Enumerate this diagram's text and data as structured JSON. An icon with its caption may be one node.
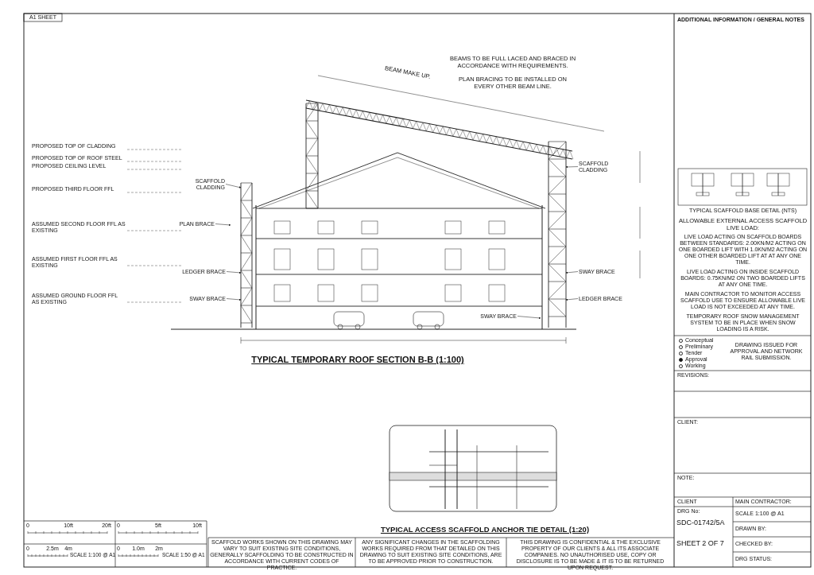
{
  "diagram": {
    "title": "TYPICAL TEMPORARY ROOF SECTION B-B (1:100)",
    "nodes": [
      {
        "text": [
          "LEDGER BRACE"
        ]
      },
      {
        "text": [
          "SWAY BRACE"
        ]
      },
      {
        "text": [
          "PLAN BRACE"
        ]
      },
      {
        "text": [
          "SCAFFOLD CLADDING"
        ]
      },
      {
        "text": [
          "SWAY BRACE"
        ]
      },
      {
        "text": [
          "SWAY BRACE"
        ]
      },
      {
        "text": [
          "LEDGER BRACE"
        ]
      },
      {
        "text": [
          "SCAFFOLD CLADDING"
        ]
      }
    ],
    "edges": [
      {
        "from": 0,
        "to": null,
        "arrow": "to"
      },
      {
        "from": 1,
        "to": null,
        "arrow": "to"
      },
      {
        "from": 2,
        "to": null,
        "arrow": "to"
      },
      {
        "from": 3,
        "to": null,
        "arrow": "to"
      },
      {
        "from": 4,
        "to": null,
        "arrow": "to"
      },
      {
        "from": 5,
        "to": null,
        "arrow": "to"
      },
      {
        "from": 6,
        "to": null,
        "arrow": "to"
      },
      {
        "from": 7,
        "to": null,
        "arrow": "to"
      }
    ],
    "labels": [
      "A1 SHEET",
      "ADDITIONAL INFORMATION / GENERAL NOTES",
      "TYPICAL SCAFFOLD BASE DETAIL (NTS)",
      "ALLOWABLE EXTERNAL ACCESS SCAFFOLD LIVE LOAD:",
      "LIVE LOAD ACTING ON SCAFFOLD BOARDS BETWEEN STANDARDS: 2.00KN/M2 ACTING ON ONE BOARDED LIFT WITH 1.0KN/M2 ACTING ON ONE OTHER BOARDED LIFT AT AT ANY ONE TIME.",
      "LIVE LOAD ACTING ON INSIDE SCAFFOLD BOARDS: 0.75KN/M2 ON TWO BOARDED LIFTS AT ANY ONE TIME.",
      "MAIN CONTRACTOR TO MONITOR ACCESS SCAFFOLD USE TO ENSURE ALLOWABLE LIVE LOAD IS NOT EXCEEDED AT ANY TIME.",
      "TEMPORARY ROOF SNOW MANAGEMENT SYSTEM TO BE IN PLACE WHEN SNOW LOADING IS A RISK.",
      "Conceptual",
      "Preliminary",
      "Tender",
      "Approval",
      "Working",
      "DRAWING ISSUED FOR APPROVAL AND NETWORK RAIL SUBMISSION.",
      "REVISIONS:",
      "CLIENT:",
      "NOTE:",
      "CLIENT",
      "MAIN CONTRACTOR:",
      "DRG No:",
      "SCALE 1:100 @ A1",
      "SDC-01742/5A",
      "DRAWN BY:",
      "SHEET 2 OF 7",
      "CHECKED BY:",
      "DRG STATUS:",
      "BEAMS TO BE FULL LACED AND BRACED IN ACCORDANCE WITH REQUIREMENTS.",
      "PLAN BRACING TO BE INSTALLED ON EVERY OTHER BEAM LINE.",
      "BEAM MAKE UP.",
      "PROPOSED TOP OF CLADDING",
      "PROPOSED TOP OF ROOF STEEL",
      "PROPOSED CEILING LEVEL",
      "PROPOSED THIRD FLOOR FFL",
      "ASSUMED SECOND FLOOR FFL AS EXISTING",
      "ASSUMED FIRST FLOOR FFL AS EXISTING",
      "ASSUMED GROUND FLOOR FFL AS EXISTING",
      "TYPICAL ACCESS SCAFFOLD ANCHOR TIE DETAIL (1:20)",
      "0",
      "10ft",
      "20ft",
      "0",
      "5ft",
      "10ft",
      "0",
      "2.5m",
      "4m",
      "SCALE 1:100 @ A1",
      "0",
      "1.0m",
      "2m",
      "SCALE 1:50 @ A1",
      "SCAFFOLD WORKS SHOWN ON THIS DRAWING MAY VARY TO SUIT EXISTING SITE CONDITIONS, GENERALLY SCAFFOLDING TO BE CONSTRUCTED IN ACCORDANCE WITH CURRENT CODES OF PRACTICE.",
      "ANY SIGNIFICANT CHANGES IN THE SCAFFOLDING WORKS REQUIRED FROM THAT DETAILED ON THIS DRAWING TO SUIT EXISTING SITE CONDITIONS, ARE TO BE APPROVED PRIOR TO CONSTRUCTION.",
      "THIS DRAWING IS CONFIDENTIAL & THE EXCLUSIVE PROPERTY OF OUR CLIENTS & ALL ITS ASSOCIATE COMPANIES. NO UNAUTHORISED USE, COPY OR DISCLOSURE IS TO BE MADE & IT IS TO BE RETURNED UPON REQUEST."
    ]
  }
}
